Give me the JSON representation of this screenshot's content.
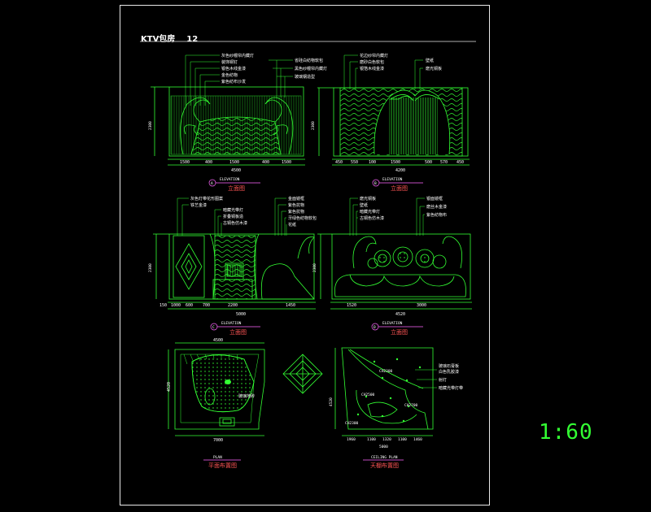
{
  "drawing": {
    "title": "KTV包房    12",
    "scale": "1:60"
  },
  "views": {
    "a": {
      "marker": "A",
      "elev": "ELEVATION",
      "label": "立面图",
      "width": "4500",
      "dims": [
        "1500",
        "400",
        "1500",
        "400",
        "1500"
      ]
    },
    "b": {
      "marker": "B",
      "elev": "ELEVATION",
      "label": "立面图",
      "width": "4200",
      "dims": [
        "450",
        "550",
        "100",
        "1500",
        "500",
        "570",
        "450"
      ]
    },
    "c": {
      "marker": "C",
      "elev": "ELEVATION",
      "label": "立面图",
      "width": "5000",
      "dims": [
        "150",
        "1000",
        "600",
        "700",
        "2200",
        "1450"
      ]
    },
    "d": {
      "marker": "D",
      "elev": "ELEVATION",
      "label": "立面图",
      "width": "4520",
      "dims": [
        "1520",
        "3000"
      ]
    },
    "plan": {
      "caption": "PLAN",
      "label": "平面布置图",
      "top": "4500",
      "bottom": "7000",
      "left": "4520"
    },
    "ceiling": {
      "caption": "CEILING PLAN",
      "label": "天棚布置图",
      "bottom": "5000",
      "dims": [
        "1960",
        "1100",
        "1320",
        "1100",
        "1460"
      ],
      "notes": [
        "CH2300",
        "CH2500",
        "CH2700",
        "CH2300"
      ]
    }
  }
}
